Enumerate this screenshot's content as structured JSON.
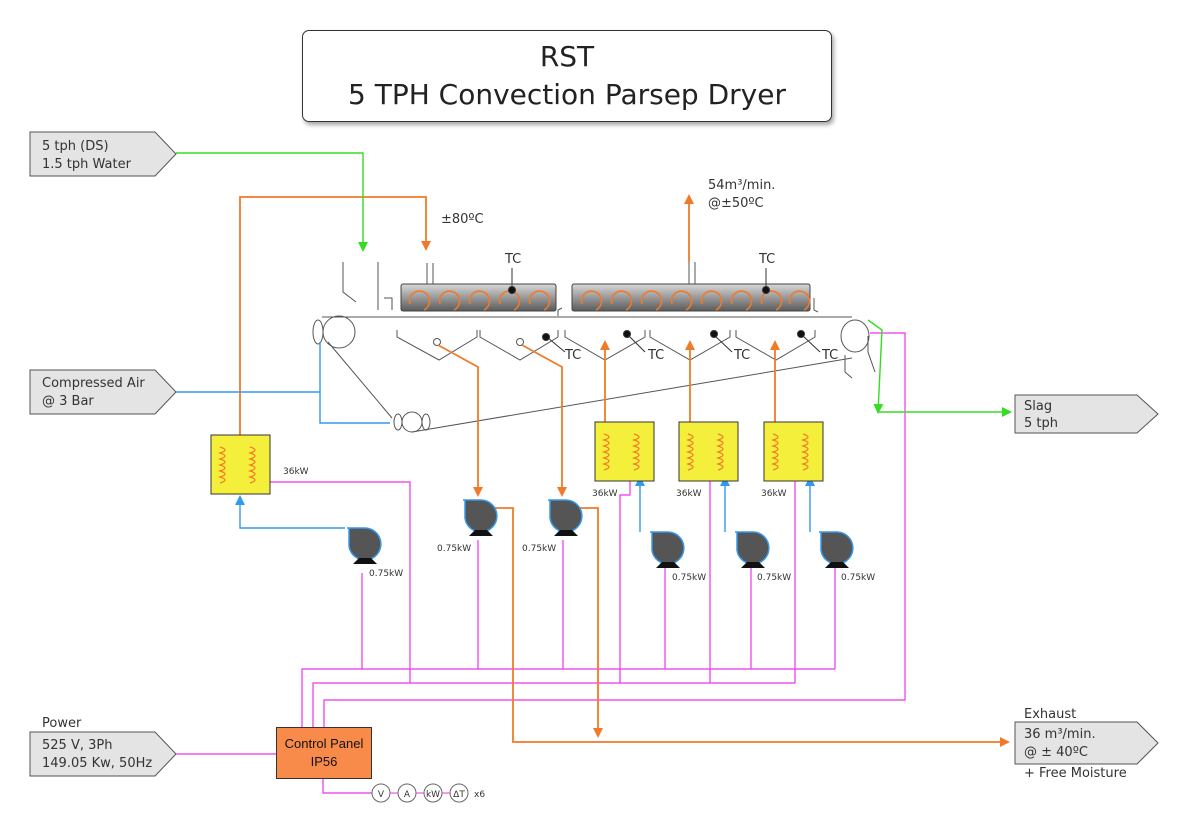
{
  "title": {
    "line1": "RST",
    "line2": "5 TPH Convection Parsep Dryer"
  },
  "inputs": {
    "feed": {
      "line1": "5 tph (DS)",
      "line2": "1.5 tph Water"
    },
    "air": {
      "line1": "Compressed Air",
      "line2": "@ 3 Bar"
    },
    "power": {
      "caption": "Power",
      "line1": "525 V, 3Ph",
      "line2": "149.05 Kw, 50Hz"
    }
  },
  "outputs": {
    "slag": {
      "line1": "Slag",
      "line2": "5 tph"
    },
    "exhaust": {
      "caption": "Exhaust",
      "line1": "36 m³/min.",
      "line2": "@ ± 40ºC",
      "note": "+ Free Moisture"
    }
  },
  "process": {
    "inlet_temp": "±80ºC",
    "outlet_flow": "54m³/min.",
    "outlet_temp": "@±50ºC",
    "tc": "TC"
  },
  "heaters": {
    "rating": "36kW"
  },
  "fans": {
    "rating": "0.75kW"
  },
  "control_panel": {
    "line1": "Control Panel",
    "line2": "IP56"
  },
  "meters": {
    "v": "V",
    "a": "A",
    "kw": "kW",
    "dt": "ΔT",
    "count": "x6"
  },
  "colors": {
    "feed_line": "#33dd22",
    "air_line": "#3399ee",
    "hot_air": "#f07a2a",
    "power_line": "#ee33ee",
    "heater_fill": "#f4ef3a",
    "panel_fill": "#f98b4a",
    "label_bg": "#e4e4e4"
  }
}
